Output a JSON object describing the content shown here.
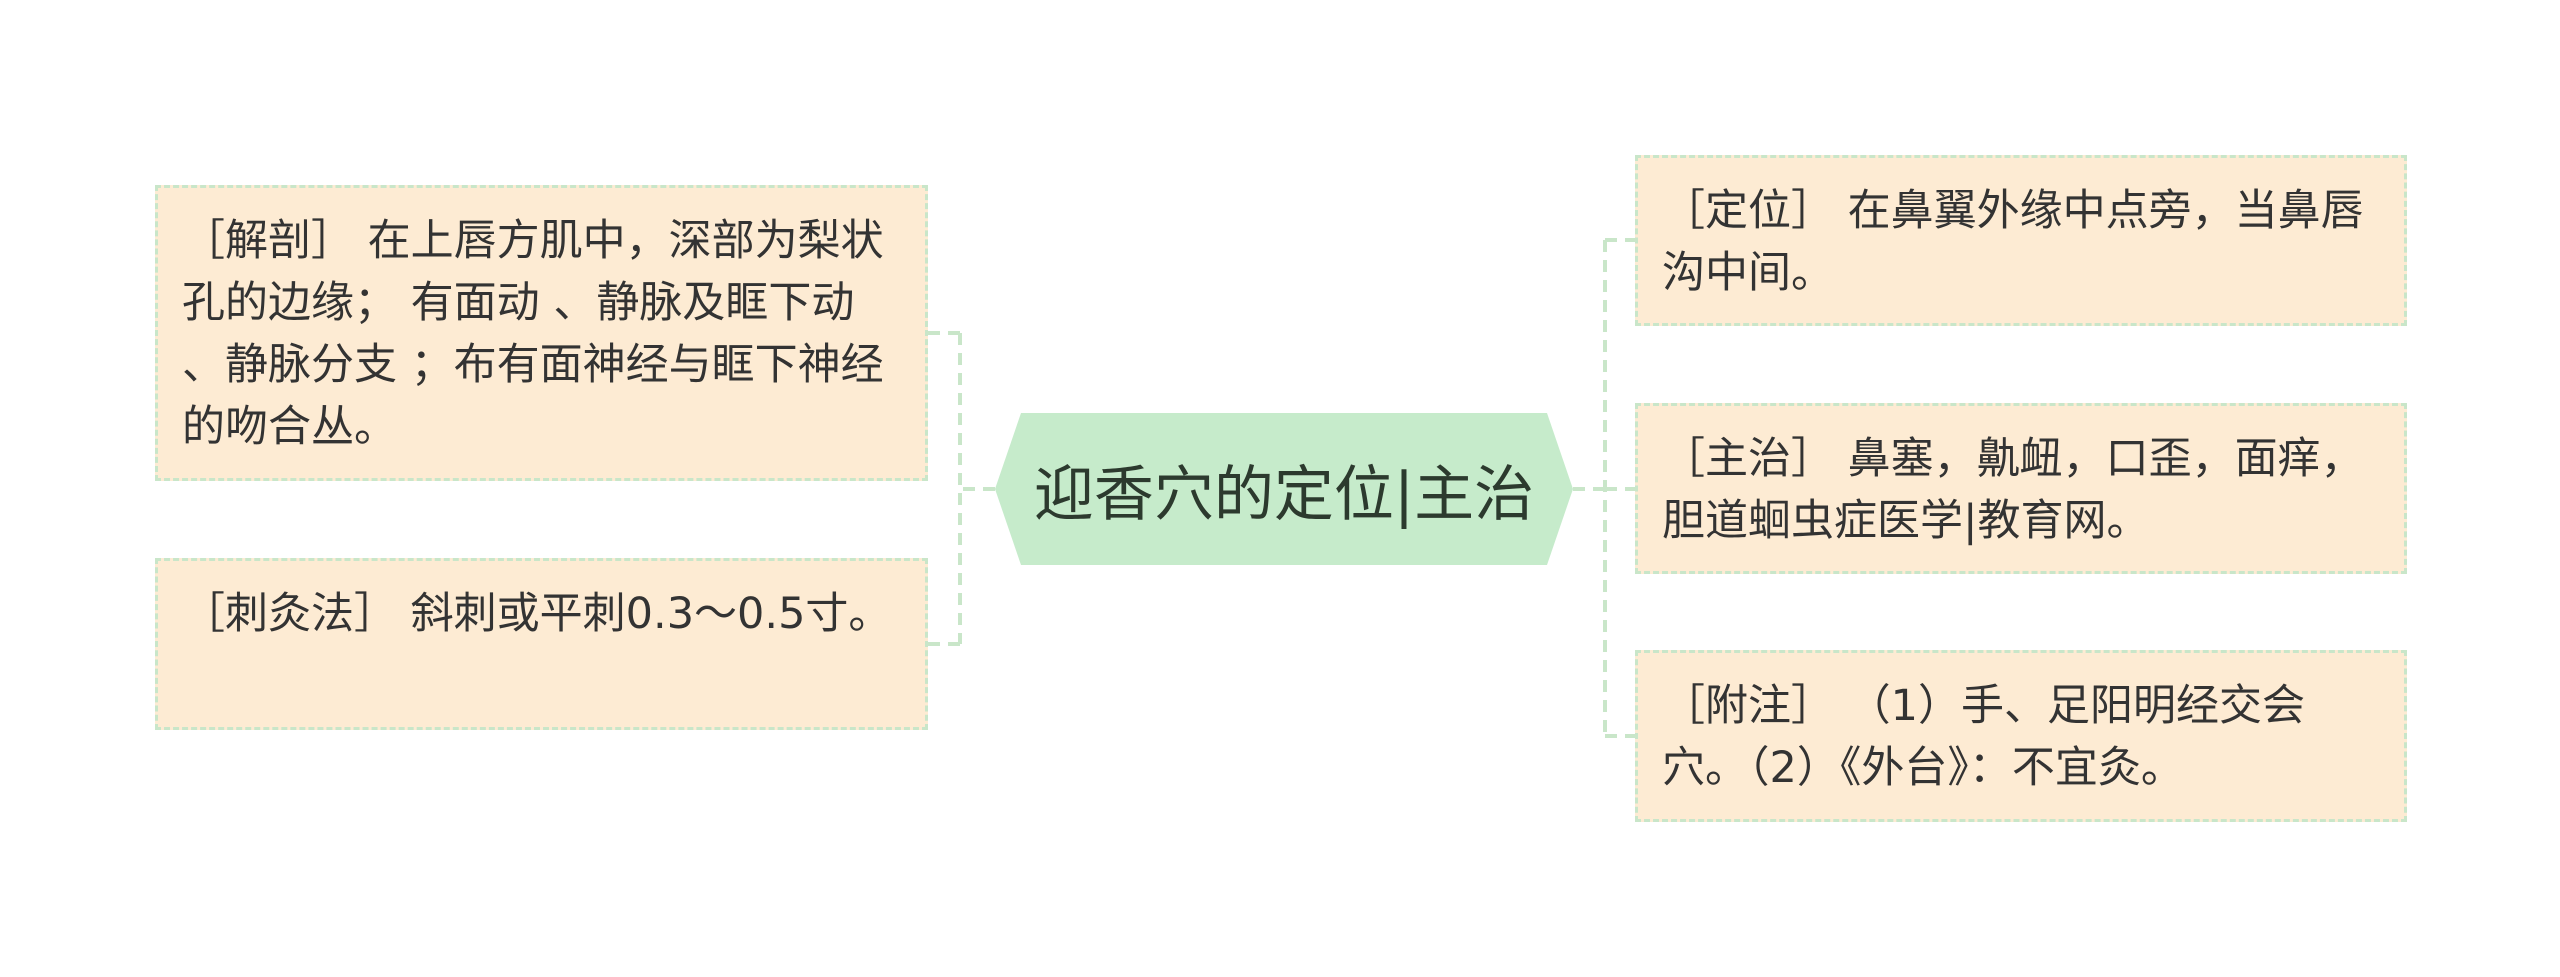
{
  "central_topic": "迎香穴的定位|主治",
  "left_topics": [
    {
      "text": "［解剖］ 在上唇方肌中，深部为梨状孔的边缘； 有面动 、静脉及眶下动 、静脉分支 ；布有面神经与眶下神经的吻合丛。"
    },
    {
      "text": "［刺灸法］ 斜刺或平刺0.3～0.5寸。"
    }
  ],
  "right_topics": [
    {
      "text": "［定位］ 在鼻翼外缘中点旁，当鼻唇沟中间。"
    },
    {
      "text": "［主治］ 鼻塞，鼽衄，口歪，面痒，胆道蛔虫症医学|教育网。"
    },
    {
      "text": "［附注］ （1）手、足阳明经交会穴。（2）《外台》：不宜灸。"
    }
  ],
  "colors": {
    "central_fill": "#c6ebcb",
    "topic_fill": "#fdebd3",
    "topic_border": "#c9e6c9",
    "connector": "#c9e6c9",
    "text": "#333333"
  }
}
